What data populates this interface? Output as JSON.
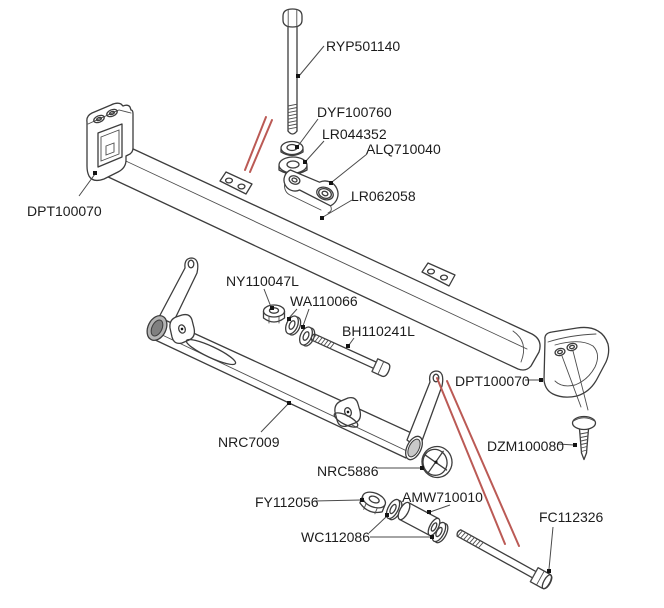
{
  "diagram": {
    "type": "exploded-parts-diagram",
    "background": "#ffffff",
    "line_color": "#3d3d3d",
    "leader_color": "#4a4a4a",
    "label_color": "#1c1c1c",
    "highlight_color": "#bb5a55",
    "labels": {
      "ryp501140": "RYP501140",
      "dyf100760": "DYF100760",
      "lr044352": "LR044352",
      "alq710040": "ALQ710040",
      "lr062058": "LR062058",
      "dpt100070_left": "DPT100070",
      "ny110047l": "NY110047L",
      "wa110066": "WA110066",
      "bh110241l": "BH110241L",
      "dpt100070_right": "DPT100070",
      "dzm100080": "DZM100080",
      "nrc7009": "NRC7009",
      "nrc5886": "NRC5886",
      "fy112056": "FY112056",
      "amw710010": "AMW710010",
      "wc112086": "WC112086",
      "fc112326": "FC112326"
    }
  }
}
